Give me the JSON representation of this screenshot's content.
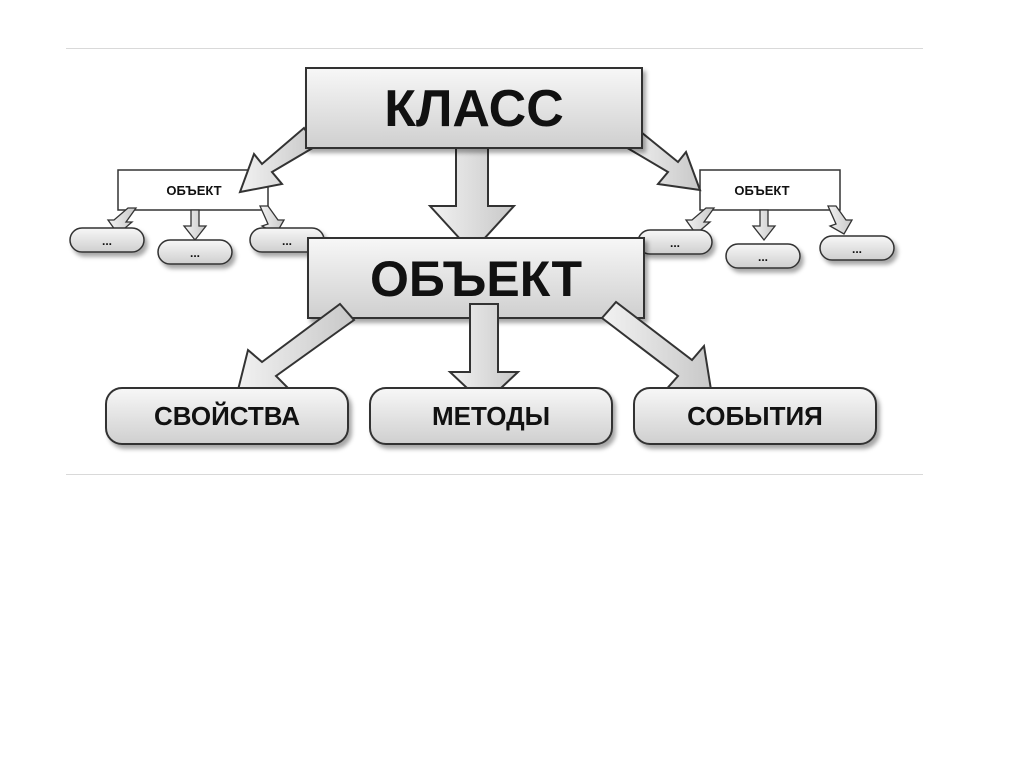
{
  "diagram": {
    "class_label": "КЛАСС",
    "object_label": "ОБЪЕКТ",
    "left_object_label": "ОБЪЕКТ",
    "right_object_label": "ОБЪЕКТ",
    "ellipsis": "...",
    "children": [
      {
        "label": "СВОЙСТВА"
      },
      {
        "label": "МЕТОДЫ"
      },
      {
        "label": "СОБЫТИЯ"
      }
    ]
  }
}
